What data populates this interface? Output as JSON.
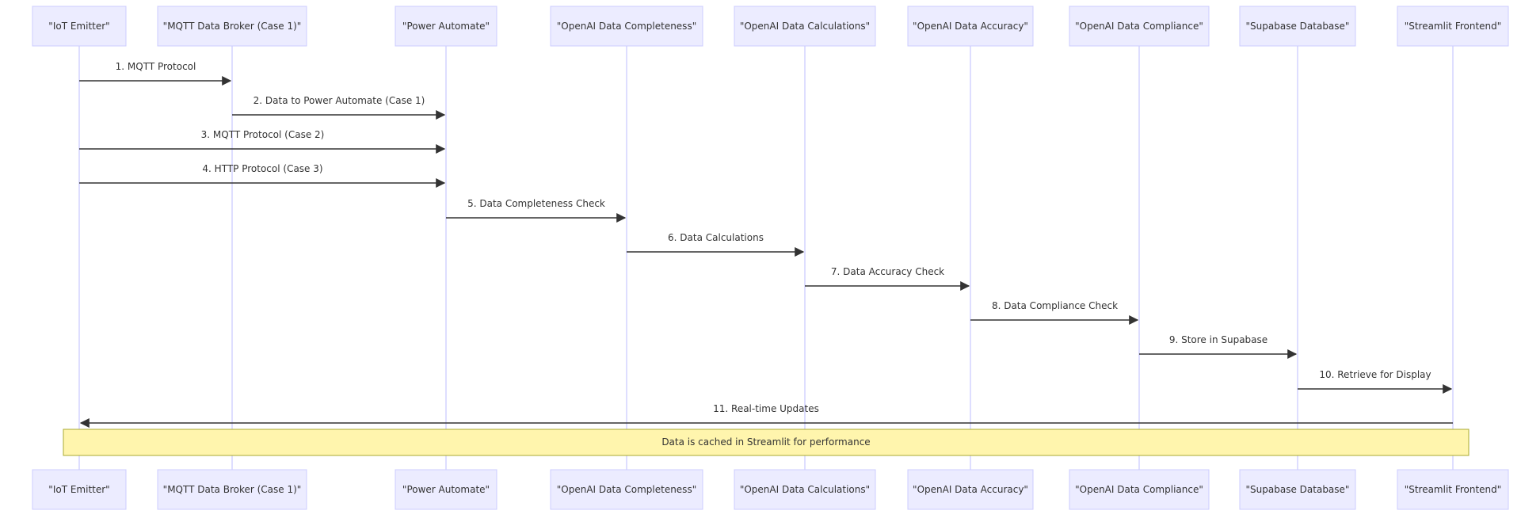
{
  "participants": [
    {
      "id": "iot",
      "label": "\"IoT Emitter\""
    },
    {
      "id": "broker",
      "label": "\"MQTT Data Broker (Case 1)\""
    },
    {
      "id": "power",
      "label": "\"Power Automate\""
    },
    {
      "id": "completeness",
      "label": "\"OpenAI Data Completeness\""
    },
    {
      "id": "calculations",
      "label": "\"OpenAI Data Calculations\""
    },
    {
      "id": "accuracy",
      "label": "\"OpenAI Data Accuracy\""
    },
    {
      "id": "compliance",
      "label": "\"OpenAI Data Compliance\""
    },
    {
      "id": "supabase",
      "label": "\"Supabase Database\""
    },
    {
      "id": "streamlit",
      "label": "\"Streamlit Frontend\""
    }
  ],
  "messages": [
    {
      "from": "iot",
      "to": "broker",
      "label": "1. MQTT Protocol"
    },
    {
      "from": "broker",
      "to": "power",
      "label": "2. Data to Power Automate (Case 1)"
    },
    {
      "from": "iot",
      "to": "power",
      "label": "3. MQTT Protocol (Case 2)"
    },
    {
      "from": "iot",
      "to": "power",
      "label": "4. HTTP Protocol (Case 3)"
    },
    {
      "from": "power",
      "to": "completeness",
      "label": "5. Data Completeness Check"
    },
    {
      "from": "completeness",
      "to": "calculations",
      "label": "6. Data Calculations"
    },
    {
      "from": "calculations",
      "to": "accuracy",
      "label": "7. Data Accuracy Check"
    },
    {
      "from": "accuracy",
      "to": "compliance",
      "label": "8. Data Compliance Check"
    },
    {
      "from": "compliance",
      "to": "supabase",
      "label": "9. Store in Supabase"
    },
    {
      "from": "supabase",
      "to": "streamlit",
      "label": "10. Retrieve for Display"
    },
    {
      "from": "streamlit",
      "to": "iot",
      "label": "11. Real-time Updates"
    }
  ],
  "note": {
    "over": [
      "iot",
      "streamlit"
    ],
    "text": "Data is cached in Streamlit for performance"
  }
}
